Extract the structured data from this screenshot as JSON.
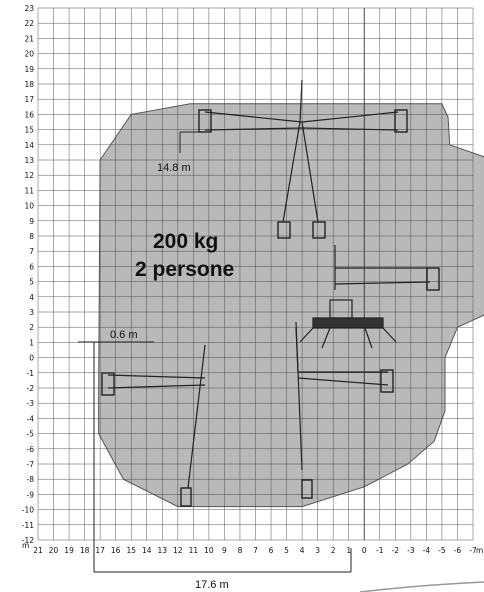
{
  "chart_data": {
    "type": "diagram",
    "y_ticks": [
      "23",
      "22",
      "21",
      "20",
      "19",
      "18",
      "17",
      "16",
      "15",
      "14",
      "13",
      "12",
      "11",
      "10",
      "9",
      "8",
      "7",
      "6",
      "5",
      "4",
      "3",
      "2",
      "1",
      "0",
      "-1",
      "-2",
      "-3",
      "-4",
      "-5",
      "-6",
      "-7",
      "-8",
      "-9",
      "-10",
      "-11",
      "-12"
    ],
    "x_ticks": [
      "21",
      "20",
      "19",
      "18",
      "17",
      "16",
      "15",
      "14",
      "13",
      "12",
      "11",
      "10",
      "9",
      "8",
      "7",
      "6",
      "5",
      "4",
      "3",
      "2",
      "1",
      "0",
      "-1",
      "-2",
      "-3",
      "-4",
      "-5",
      "-6",
      "-7"
    ],
    "y_unit": "m",
    "x_unit": "m",
    "xlim": [
      21,
      -7
    ],
    "ylim": [
      -12,
      23
    ],
    "grid": true,
    "load_label": "200 kg",
    "persons_label": "2 persone",
    "annotations": {
      "max_height": "14.8 m",
      "min_height": "0.6 m",
      "max_outreach": "17.6 m"
    },
    "envelope_outline": [
      [
        11.2,
        16.7
      ],
      [
        2.5,
        16.7
      ],
      [
        -5.0,
        16.7
      ],
      [
        -5.4,
        15.8
      ],
      [
        -5.5,
        14.0
      ],
      [
        -8.3,
        13.0
      ],
      [
        -8.3,
        8.0
      ],
      [
        -9.2,
        6.0
      ],
      [
        -9.2,
        3.5
      ],
      [
        -6.0,
        2.0
      ],
      [
        -5.2,
        0.0
      ],
      [
        -5.2,
        -3.5
      ],
      [
        -4.5,
        -5.5
      ],
      [
        -2.8,
        -7.0
      ],
      [
        0.0,
        -8.5
      ],
      [
        4.0,
        -9.8
      ],
      [
        12.0,
        -9.8
      ],
      [
        15.5,
        -8.0
      ],
      [
        17.1,
        -5.0
      ],
      [
        17.1,
        -2.5
      ],
      [
        17.0,
        13.0
      ],
      [
        15.0,
        16.0
      ]
    ]
  }
}
